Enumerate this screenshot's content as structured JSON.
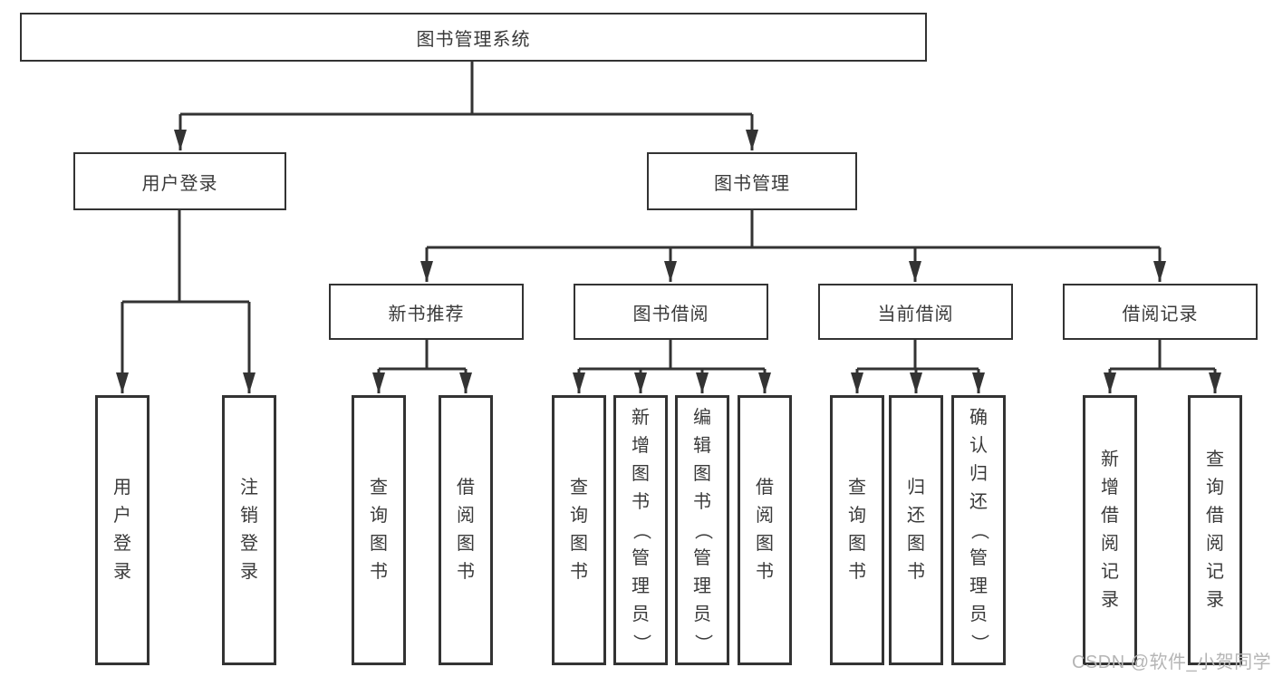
{
  "diagram": {
    "title": "图书管理系统",
    "watermark": "CSDN @软件_小贺同学",
    "colors": {
      "background": "#ffffff",
      "line": "#333333",
      "box_border": "#333333",
      "text": "#3a3a3a",
      "watermark": "#b5b5b5"
    },
    "nodes": {
      "root": {
        "label": "图书管理系统"
      },
      "user_login": {
        "label": "用户登录",
        "children": [
          {
            "label": "用户登录"
          },
          {
            "label": "注销登录"
          }
        ]
      },
      "book_management": {
        "label": "图书管理",
        "children": [
          {
            "label": "新书推荐",
            "children": [
              {
                "label": "查询图书"
              },
              {
                "label": "借阅图书"
              }
            ]
          },
          {
            "label": "图书借阅",
            "children": [
              {
                "label": "查询图书"
              },
              {
                "label": "新增图书（管理员）"
              },
              {
                "label": "编辑图书（管理员）"
              },
              {
                "label": "借阅图书"
              }
            ]
          },
          {
            "label": "当前借阅",
            "children": [
              {
                "label": "查询图书"
              },
              {
                "label": "归还图书"
              },
              {
                "label": "确认归还（管理员）"
              }
            ]
          },
          {
            "label": "借阅记录",
            "children": [
              {
                "label": "新增借阅记录"
              },
              {
                "label": "查询借阅记录"
              }
            ]
          }
        ]
      }
    }
  }
}
